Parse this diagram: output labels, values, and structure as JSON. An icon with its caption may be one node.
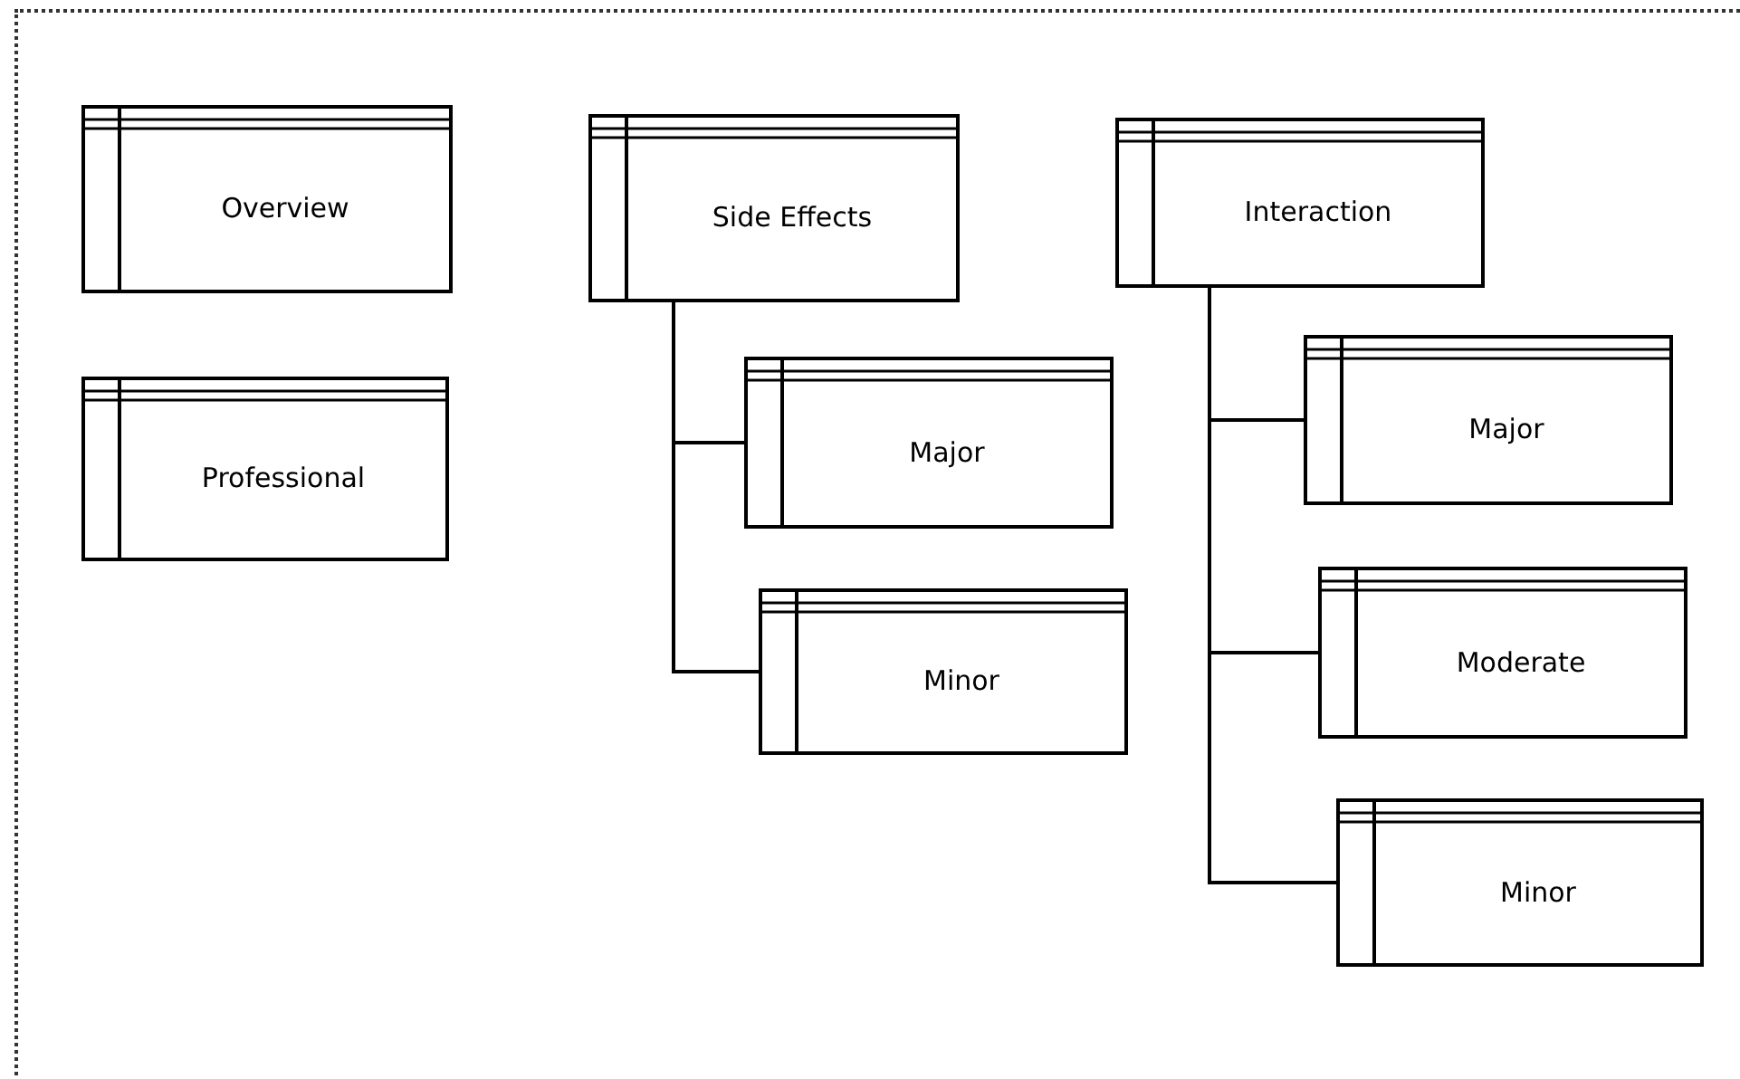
{
  "diagram": {
    "nodes": [
      {
        "text": [
          "Overview"
        ]
      },
      {
        "text": [
          "Professional"
        ]
      },
      {
        "text": [
          "Side Effects"
        ]
      },
      {
        "text": [
          "Major"
        ]
      },
      {
        "text": [
          "Minor"
        ]
      },
      {
        "text": [
          "Interaction"
        ]
      },
      {
        "text": [
          "Major"
        ]
      },
      {
        "text": [
          "Moderate"
        ]
      },
      {
        "text": [
          "Minor"
        ]
      }
    ],
    "edges": [
      {
        "from": 2,
        "to": 3,
        "arrow": "none"
      },
      {
        "from": 2,
        "to": 4,
        "arrow": "none"
      },
      {
        "from": 5,
        "to": 6,
        "arrow": "none"
      },
      {
        "from": 5,
        "to": 7,
        "arrow": "none"
      },
      {
        "from": 5,
        "to": 8,
        "arrow": "none"
      }
    ]
  }
}
